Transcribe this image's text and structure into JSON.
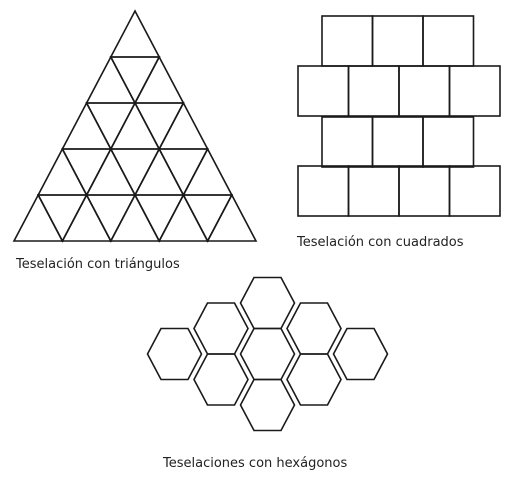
{
  "labels": {
    "triangles": "Teselación con triángulos",
    "squares": "Teselación con cuadrados",
    "hexagons": "Teselaciones con hexágonos"
  },
  "colors": {
    "stroke": "#1a1a1a",
    "background": "#ffffff",
    "text": "#222222"
  },
  "triangle_tessellation": {
    "rows": 5
  },
  "square_tessellation": {
    "row_counts": [
      3,
      4,
      3,
      4
    ]
  },
  "hexagon_tessellation": {
    "column_counts": [
      1,
      2,
      3,
      2,
      1
    ]
  }
}
